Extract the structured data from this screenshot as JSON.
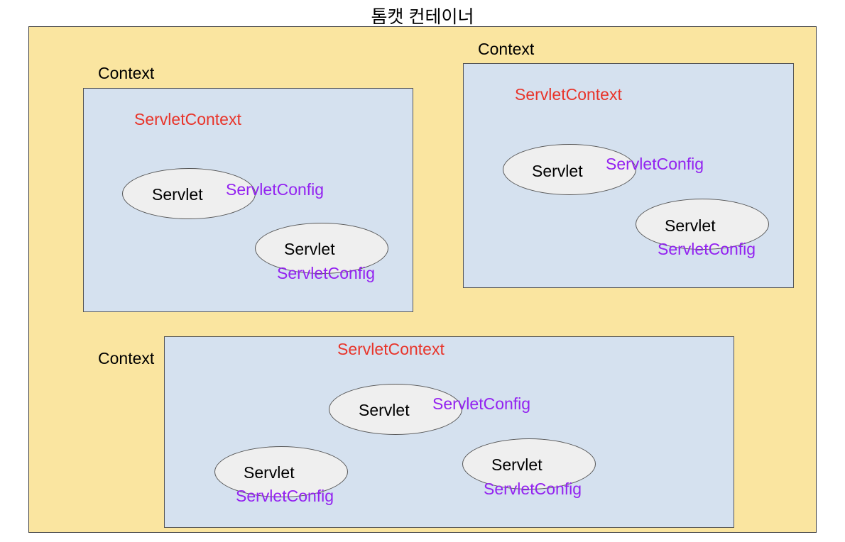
{
  "container": {
    "title": "톰캣 컨테이너"
  },
  "contexts": [
    {
      "label": "Context",
      "servlet_context": "ServletContext",
      "servlets": [
        {
          "label": "Servlet",
          "config": "ServletConfig"
        },
        {
          "label": "Servlet",
          "config": "ServletConfig"
        }
      ]
    },
    {
      "label": "Context",
      "servlet_context": "ServletContext",
      "servlets": [
        {
          "label": "Servlet",
          "config": "ServletConfig"
        },
        {
          "label": "Servlet",
          "config": "ServletConfig"
        }
      ]
    },
    {
      "label": "Context",
      "servlet_context": "ServletContext",
      "servlets": [
        {
          "label": "Servlet",
          "config": "ServletConfig"
        },
        {
          "label": "Servlet",
          "config": "ServletConfig"
        },
        {
          "label": "Servlet",
          "config": "ServletConfig"
        }
      ]
    }
  ],
  "colors": {
    "container_bg": "#fae5a0",
    "context_bg": "#d5e1ef",
    "servlet_bg": "#efefef",
    "servlet_context_text": "#e8342a",
    "servlet_config_text": "#9322f0"
  }
}
